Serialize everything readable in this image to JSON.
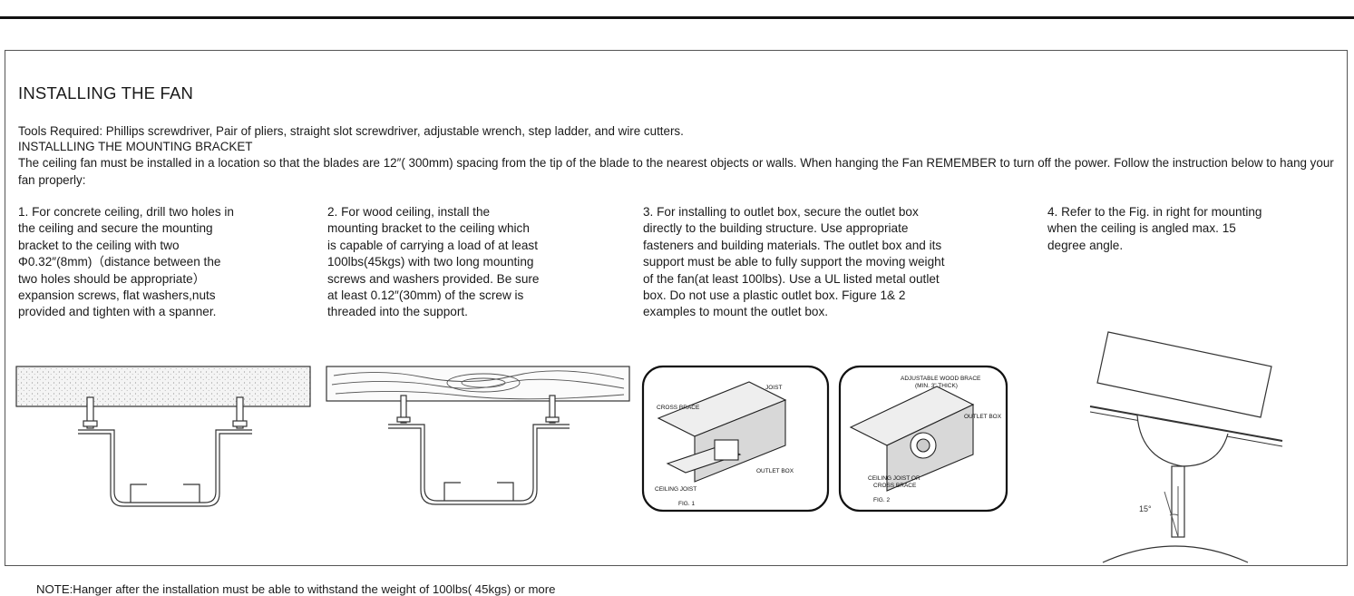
{
  "title": "INSTALLING THE FAN",
  "tools": "Tools Required:  Phillips screwdriver, Pair of pliers,  straight slot screwdriver, adjustable wrench, step ladder, and wire cutters.",
  "subheading": "INSTALLLING THE MOUNTING BRACKET",
  "intro": "The ceiling fan must be installed in a location so that the blades are 12″( 300mm) spacing from the tip of the blade to the nearest objects or walls. When hanging the Fan REMEMBER to turn off the power. Follow the instruction below to hang your fan properly:",
  "steps": [
    {
      "lines": [
        "1. For concrete ceiling, drill two holes in",
        "the ceiling and secure the mounting",
        "bracket to the ceiling with two",
        "Φ0.32″(8mm)（distance between the",
        "two holes should be appropriate）",
        "expansion screws, flat washers,nuts",
        "provided and tighten with a spanner."
      ]
    },
    {
      "lines": [
        "2. For wood ceiling, install the",
        "mounting bracket to the ceiling which",
        "is capable of carrying a load of at least",
        "100lbs(45kgs) with two long mounting",
        "screws and washers provided. Be sure",
        "at least 0.12″(30mm) of the screw is",
        "threaded into the support."
      ]
    },
    {
      "lines": [
        "3.  For installing to outlet box, secure the outlet box",
        "directly to the building structure. Use appropriate",
        "fasteners and building materials. The outlet box and its",
        "support must be able to fully support the moving weight",
        "of the fan(at least 100lbs). Use a UL listed metal outlet",
        "box. Do not use a plastic outlet box. Figure 1& 2",
        "examples to mount the outlet box."
      ]
    },
    {
      "lines": [
        "4. Refer to the Fig. in right for mounting",
        "when the ceiling is angled max. 15",
        "degree angle."
      ]
    }
  ],
  "figure_labels": {
    "fig1": [
      "CROSS BRACE",
      "JOIST",
      "OUTLET BOX",
      "CEILING JOIST",
      "FIG. 1"
    ],
    "fig2": [
      "ADJUSTABLE WOOD BRACE",
      "(MIN. 3\" THICK)",
      "OUTLET BOX",
      "CEILING JOIST OR",
      "CROSS BRACE",
      "FIG. 2"
    ],
    "angle": "15°"
  },
  "note": "NOTE:Hanger after the installation must be able to withstand the weight of 100lbs( 45kgs) or more"
}
